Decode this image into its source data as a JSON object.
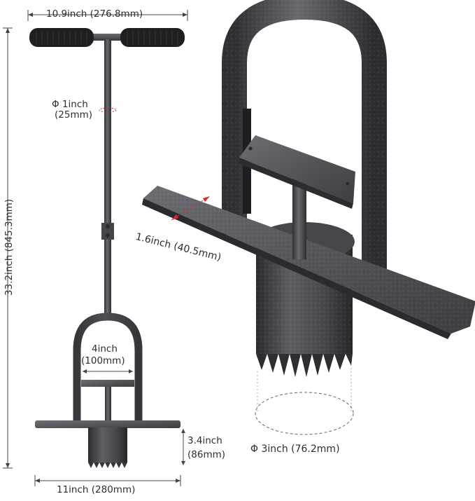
{
  "dimensions": {
    "handle_width": "10.9inch (276.8mm)",
    "shaft_diameter_line1": "Φ 1inch",
    "shaft_diameter_line2": "(25mm)",
    "total_height": "33.2inch (845.3mm)",
    "inner_width_line1": "4inch",
    "inner_width_line2": "(100mm)",
    "tube_height_line1": "3.4inch",
    "tube_height_line2": "(86mm)",
    "footplate_width": "11inch (280mm)",
    "plate_width": "1.6inch (40.5mm)",
    "coring_diameter": "Φ 3inch (76.2mm)"
  },
  "colors": {
    "metal": "#4a4b4f",
    "metal_dark": "#2f3034",
    "grip": "#1e1e20",
    "dimension_line": "#444444",
    "marker": "#d62a2a"
  }
}
